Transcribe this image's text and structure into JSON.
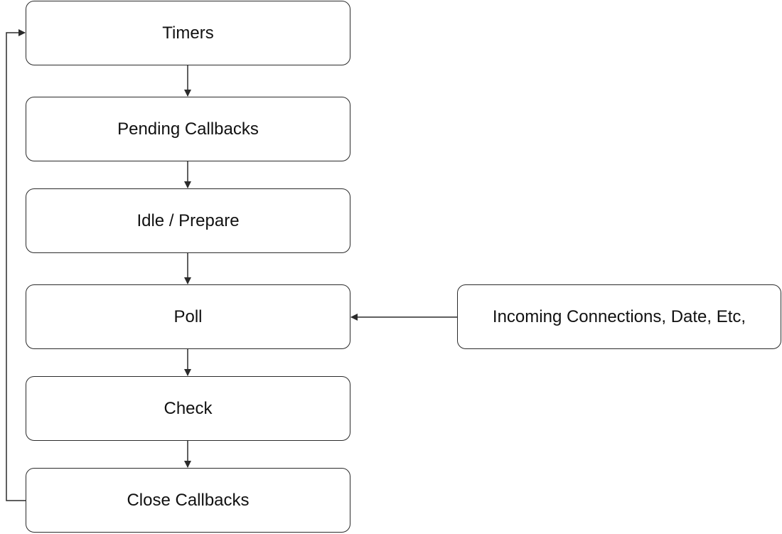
{
  "diagram": {
    "phases": [
      {
        "id": "timers",
        "label": "Timers"
      },
      {
        "id": "pending",
        "label": "Pending Callbacks"
      },
      {
        "id": "idle",
        "label": "Idle / Prepare"
      },
      {
        "id": "poll",
        "label": "Poll"
      },
      {
        "id": "check",
        "label": "Check"
      },
      {
        "id": "close",
        "label": "Close Callbacks"
      }
    ],
    "external_input": {
      "id": "incoming",
      "label": "Incoming Connections, Date, Etc,"
    },
    "edges": [
      {
        "from": "timers",
        "to": "pending"
      },
      {
        "from": "pending",
        "to": "idle"
      },
      {
        "from": "idle",
        "to": "poll"
      },
      {
        "from": "poll",
        "to": "check"
      },
      {
        "from": "check",
        "to": "close"
      },
      {
        "from": "close",
        "to": "timers",
        "kind": "loop-back"
      },
      {
        "from": "incoming",
        "to": "poll"
      }
    ],
    "colors": {
      "stroke": "#2b2b2b",
      "fill": "#ffffff",
      "text": "#111111"
    }
  }
}
